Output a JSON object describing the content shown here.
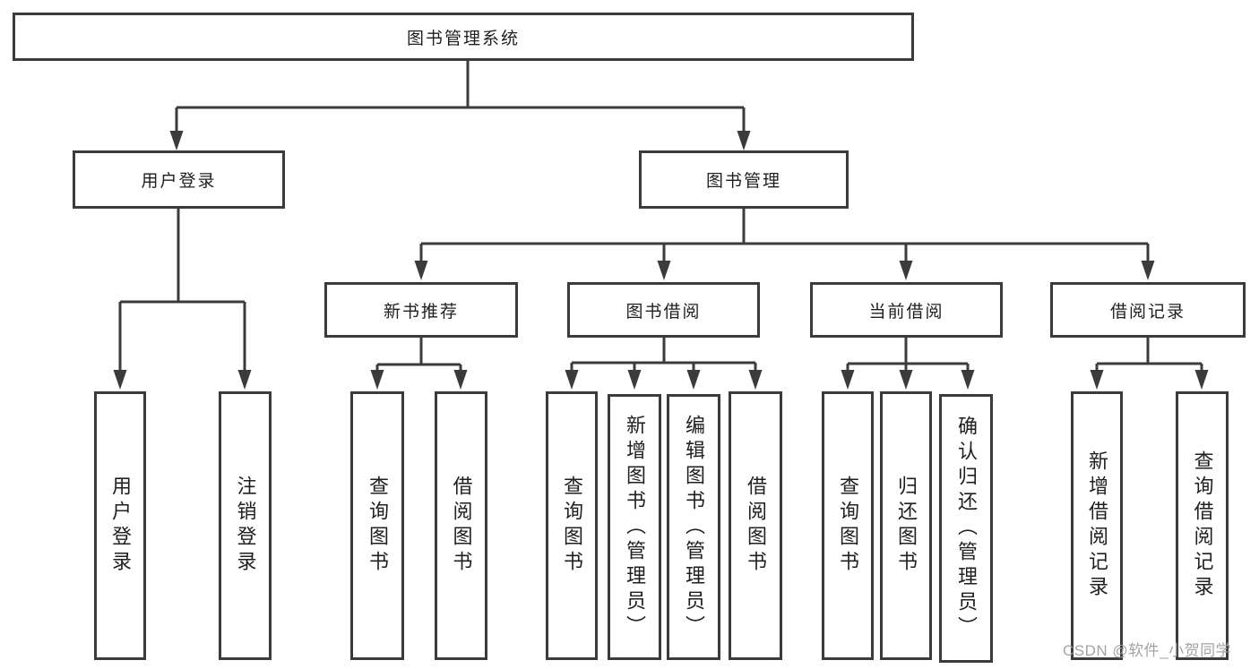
{
  "tree": {
    "root": {
      "label": "图书管理系统",
      "children": [
        {
          "label": "用户登录",
          "children": [
            {
              "label": "用户登录"
            },
            {
              "label": "注销登录"
            }
          ]
        },
        {
          "label": "图书管理",
          "children": [
            {
              "label": "新书推荐",
              "children": [
                {
                  "label": "查询图书"
                },
                {
                  "label": "借阅图书"
                }
              ]
            },
            {
              "label": "图书借阅",
              "children": [
                {
                  "label": "查询图书"
                },
                {
                  "label": "新增图书（管理员）"
                },
                {
                  "label": "编辑图书（管理员）"
                },
                {
                  "label": "借阅图书"
                }
              ]
            },
            {
              "label": "当前借阅",
              "children": [
                {
                  "label": "查询图书"
                },
                {
                  "label": "归还图书"
                },
                {
                  "label": "确认归还（管理员）"
                }
              ]
            },
            {
              "label": "借阅记录",
              "children": [
                {
                  "label": "新增借阅记录"
                },
                {
                  "label": "查询借阅记录"
                }
              ]
            }
          ]
        }
      ]
    }
  },
  "watermark": {
    "text": "CSDN @软件_小贺同学"
  },
  "colors": {
    "line": "#3b3b3b",
    "text": "#1f1f1f",
    "watermark": "#9c9c9c",
    "background": "#ffffff"
  }
}
